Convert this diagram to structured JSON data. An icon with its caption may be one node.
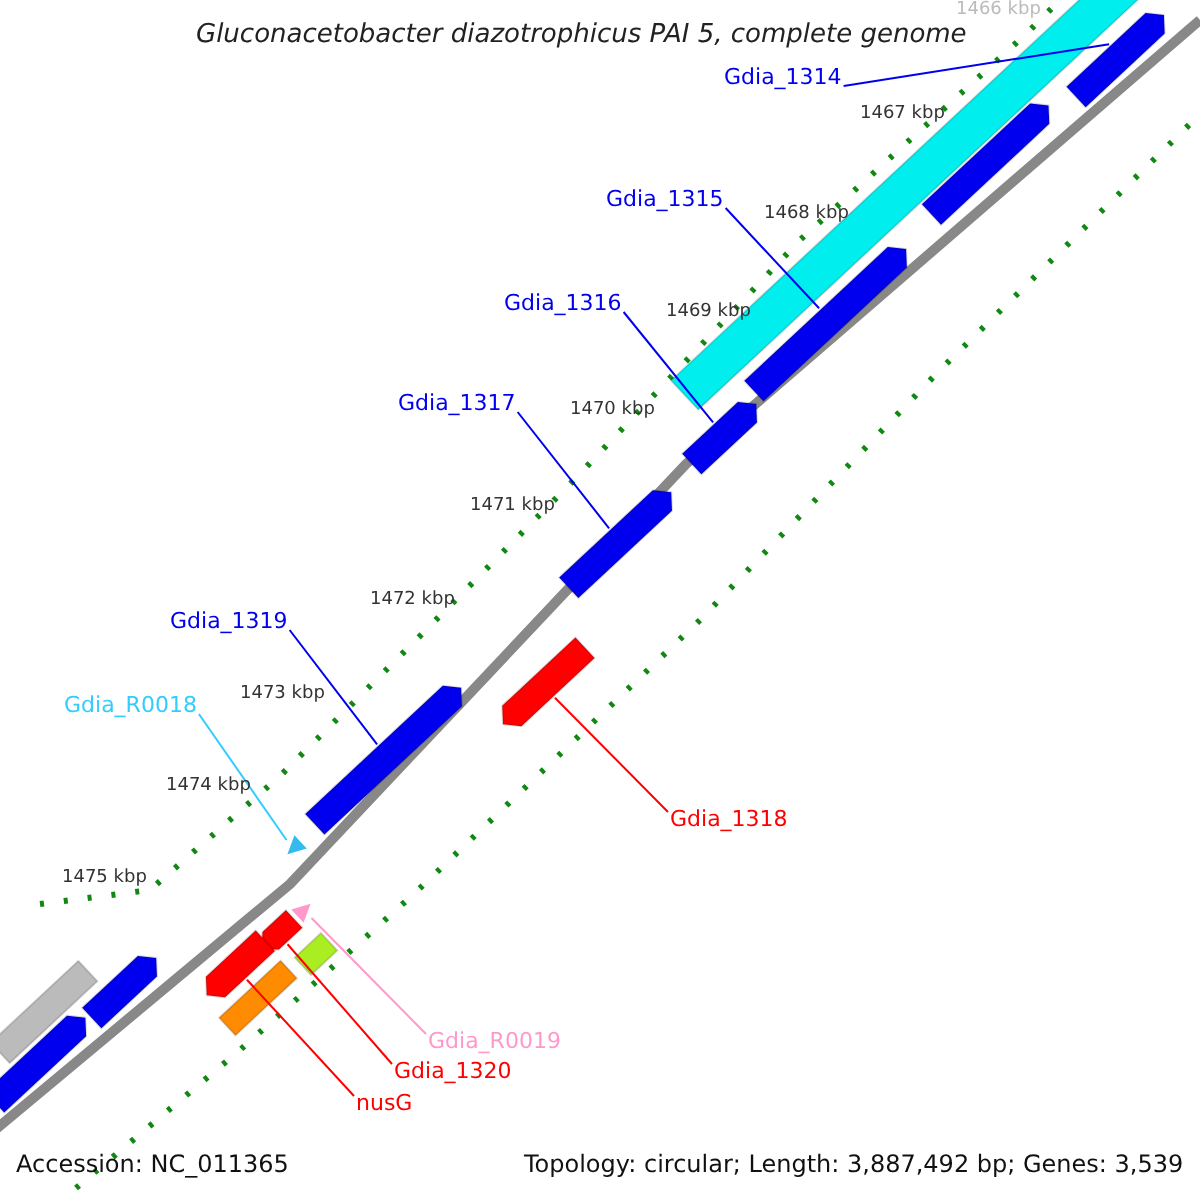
{
  "diagram": {
    "title": "Gluconacetobacter diazotrophicus PAI 5, complete genome",
    "nodes": [
      {
        "text": [
          "Gdia_1314"
        ]
      },
      {
        "text": [
          "Gdia_1315"
        ]
      },
      {
        "text": [
          "Gdia_1316"
        ]
      },
      {
        "text": [
          "Gdia_1317"
        ]
      },
      {
        "text": [
          "Gdia_1319"
        ]
      },
      {
        "text": [
          "Gdia_R0018"
        ]
      },
      {
        "text": [
          "Gdia_1318"
        ]
      },
      {
        "text": [
          "Gdia_R0019"
        ]
      },
      {
        "text": [
          "Gdia_1320"
        ]
      },
      {
        "text": [
          "nusG"
        ]
      },
      {
        "text": [],
        "shape": "bar"
      },
      {
        "text": [],
        "shape": "bar"
      },
      {
        "text": [],
        "shape": "bar"
      },
      {
        "text": [],
        "shape": "bar"
      },
      {
        "text": [],
        "shape": "bar"
      },
      {
        "text": [],
        "shape": "triangle"
      },
      {
        "text": [],
        "shape": "bar"
      },
      {
        "text": [],
        "shape": "triangle"
      },
      {
        "text": [],
        "shape": "bar"
      },
      {
        "text": [],
        "shape": "bar"
      },
      {
        "text": [],
        "shape": "bar"
      },
      {
        "text": [],
        "shape": "bar"
      },
      {
        "text": [],
        "shape": "bar"
      },
      {
        "text": [],
        "shape": "bar"
      },
      {
        "text": [],
        "shape": "bar"
      },
      {
        "text": [],
        "shape": "bar"
      },
      {
        "text": [],
        "shape": "bar"
      }
    ],
    "edges": [
      {
        "from": 0,
        "to": 10,
        "arrow": "none"
      },
      {
        "from": 1,
        "to": 11,
        "arrow": "none"
      },
      {
        "from": 2,
        "to": 12,
        "arrow": "none"
      },
      {
        "from": 3,
        "to": 13,
        "arrow": "none"
      },
      {
        "from": 4,
        "to": 14,
        "arrow": "none"
      },
      {
        "from": 5,
        "to": 15,
        "arrow": "none",
        "color": "#33ccff"
      },
      {
        "from": 6,
        "to": 16,
        "arrow": "none",
        "color": "#ff0000"
      },
      {
        "from": 7,
        "to": 17,
        "arrow": "none",
        "color": "#ff99cc"
      },
      {
        "from": 8,
        "to": 18,
        "arrow": "none",
        "color": "#ff0000"
      },
      {
        "from": 9,
        "to": 19,
        "arrow": "none",
        "color": "#ff0000"
      }
    ],
    "labels": [
      "1466 kbp",
      "1467 kbp",
      "1468 kbp",
      "1469 kbp",
      "1470 kbp",
      "1471 kbp",
      "1472 kbp",
      "1473 kbp",
      "1474 kbp",
      "1475 kbp",
      "Accession: NC_011365",
      "Topology: circular; Length: 3,887,492 bp; Genes: 3,539"
    ]
  }
}
